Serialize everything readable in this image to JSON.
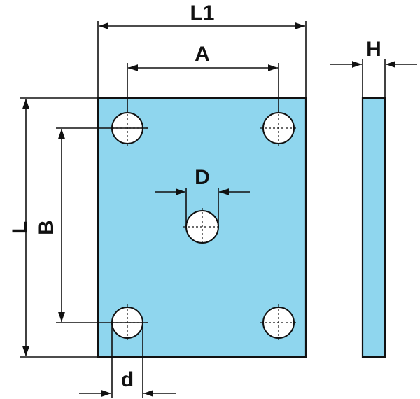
{
  "diagram": {
    "labels": {
      "L1": "L1",
      "A": "A",
      "H": "H",
      "D": "D",
      "L": "L",
      "B": "B",
      "d": "d"
    },
    "colors": {
      "plate_fill": "#8fd6ee",
      "line": "#111111",
      "hole_fill": "#ffffff"
    },
    "hole_count_corner": 4,
    "hole_count_center": 1
  }
}
